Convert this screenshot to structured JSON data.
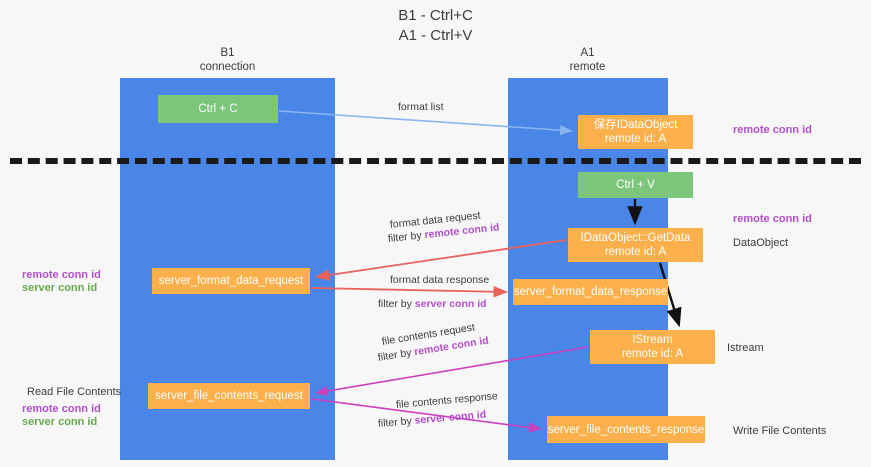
{
  "title": {
    "line1": "B1 - Ctrl+C",
    "line2": "A1 - Ctrl+V"
  },
  "columns": [
    {
      "name": "B1",
      "role": "connection"
    },
    {
      "name": "A1",
      "role": "remote"
    }
  ],
  "column_heads": {
    "b1_name": "B1",
    "b1_role": "connection",
    "a1_name": "A1",
    "a1_role": "remote"
  },
  "nodes": {
    "ctrl_c": {
      "line1": "Ctrl + C",
      "line2": "",
      "color": "#7bc67b"
    },
    "save_dataobject": {
      "line1": "保存IDataObject",
      "line2": "remote id: A",
      "color": "#fbb04c"
    },
    "ctrl_v": {
      "line1": "Ctrl + V",
      "line2": "",
      "color": "#7bc67b"
    },
    "getdata": {
      "line1": "IDataObject::GetData",
      "line2": "remote id: A",
      "color": "#fbb04c"
    },
    "server_format_data_request": {
      "line1": "server_format_data_request",
      "line2": "",
      "color": "#fbb04c"
    },
    "server_format_data_response": {
      "line1": "server_format_data_response",
      "line2": "",
      "color": "#fbb04c"
    },
    "istream": {
      "line1": "IStream",
      "line2": "remote id: A",
      "color": "#fbb04c"
    },
    "server_file_contents_request": {
      "line1": "server_file_contents_request",
      "line2": "",
      "color": "#fbb04c"
    },
    "server_file_contents_response": {
      "line1": "server_file_contents_response",
      "line2": "",
      "color": "#fbb04c"
    }
  },
  "edge_labels": {
    "format_list": "format list",
    "format_data_request": "format data request",
    "format_data_request_filter_prefix": "filter by ",
    "format_data_request_filter_key": "remote conn id",
    "format_data_response": "format data response",
    "format_data_response_filter_prefix": "filter by ",
    "format_data_response_filter_key": "server conn id",
    "file_contents_request": "file contents request",
    "file_contents_request_filter_prefix": "filter by ",
    "file_contents_request_filter_key": "remote conn id",
    "file_contents_response": "file contents response",
    "file_contents_response_filter_prefix": "filter by ",
    "file_contents_response_filter_key": "server conn id"
  },
  "side_labels": {
    "right_remote_conn_id_top": "remote conn id",
    "right_remote_conn_id_mid": "remote conn id",
    "right_dataobject": "DataObject",
    "right_istream": "Istream",
    "right_write_file_contents": "Write File Contents",
    "left_remote_conn_id_mid": "remote conn id",
    "left_server_conn_id_mid": "server conn id",
    "left_read_file_contents": "Read File Contents",
    "left_remote_conn_id_bottom": "remote conn id",
    "left_server_conn_id_bottom": "server conn id"
  },
  "colors": {
    "lane_blue": "#4a86e8",
    "node_green": "#7bc67b",
    "node_orange": "#fbb04c",
    "key_purple": "#b24fc9",
    "key_green": "#6aa84f",
    "arrow_lightblue": "#9fc5f8",
    "arrow_red": "#e8645a",
    "arrow_magenta": "#cc3fbd",
    "arrow_black": "#111111",
    "background": "#f7f7f7"
  }
}
